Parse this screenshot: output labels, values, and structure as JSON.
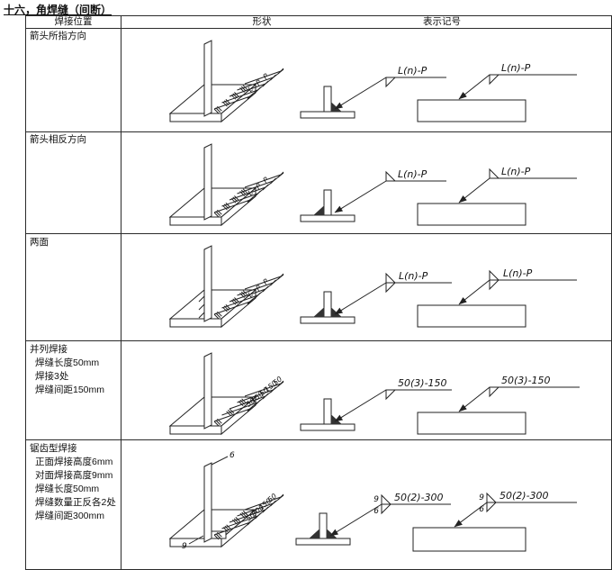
{
  "title": "十六，角焊缝（间断）",
  "headers": {
    "position": "焊接位置",
    "shape": "形状",
    "symbol": "表示记号"
  },
  "rows": [
    {
      "id": "arrow-side",
      "label_lines": [
        "箭头所指方向"
      ],
      "shape_dims": [
        "P",
        "P",
        "L"
      ],
      "symbol_text": "L(n)-P"
    },
    {
      "id": "opposite-side",
      "label_lines": [
        "箭头相反方向"
      ],
      "shape_dims": [
        "P",
        "P",
        "L"
      ],
      "symbol_text": "L(n)-P"
    },
    {
      "id": "both-sides",
      "label_lines": [
        "两面"
      ],
      "shape_dims": [
        "P",
        "P",
        "L"
      ],
      "symbol_text": "L(n)-P"
    },
    {
      "id": "parallel",
      "label_lines": [
        "并列焊接",
        "焊缝长度50mm",
        "焊接3处",
        "焊缝间距150mm"
      ],
      "shape_dims": [
        "50",
        "150",
        "50",
        "150",
        "50"
      ],
      "symbol_text": "50(3)-150"
    },
    {
      "id": "staggered",
      "label_lines": [
        "锯齿型焊接",
        "正面焊接高度6mm",
        "对面焊接高度9mm",
        "焊缝长度50mm",
        "焊缝数量正反各2处",
        "焊缝间距300mm"
      ],
      "shape_dims": [
        "50",
        "150",
        "300",
        "50"
      ],
      "shape_dim_top": "6",
      "shape_dim_bottom": "9",
      "symbol_front_size": "6",
      "symbol_back_size": "9",
      "symbol_text": "50(2)-300"
    }
  ]
}
